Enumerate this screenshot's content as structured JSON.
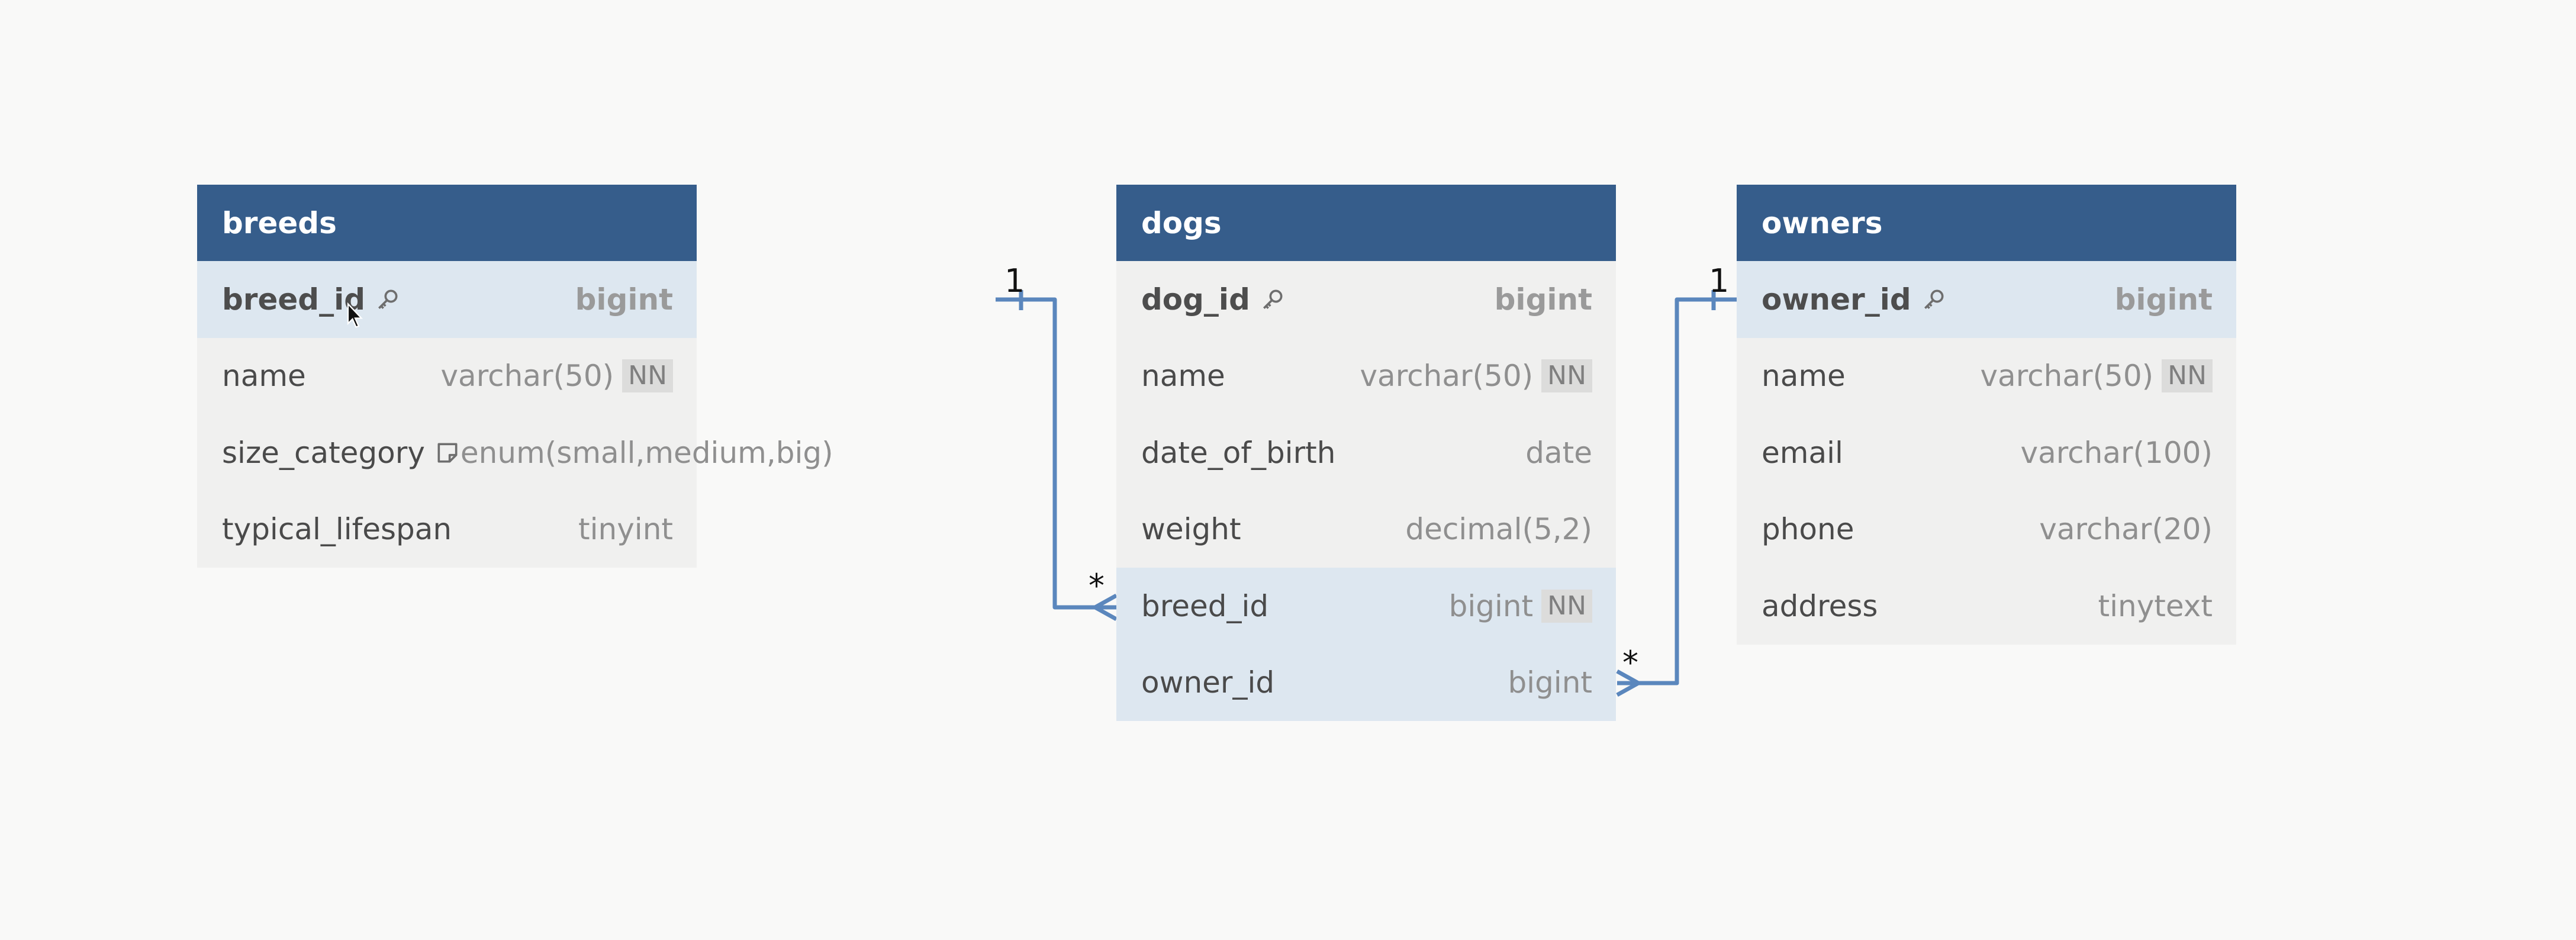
{
  "colors": {
    "header": "#365d8b",
    "link": "#5b87bd",
    "highlight": "#dde7f0",
    "body": "#f0f0ef"
  },
  "tables": [
    {
      "name": "breeds",
      "columns": [
        {
          "name": "breed_id",
          "type": "bigint",
          "pk": true,
          "icon": "key-icon"
        },
        {
          "name": "name",
          "type": "varchar(50)",
          "nn": "NN"
        },
        {
          "name": "size_category",
          "type": "enum(small,medium,big)",
          "icon": "note-icon"
        },
        {
          "name": "typical_lifespan",
          "type": "tinyint"
        }
      ]
    },
    {
      "name": "dogs",
      "columns": [
        {
          "name": "dog_id",
          "type": "bigint",
          "pk": true,
          "icon": "key-icon"
        },
        {
          "name": "name",
          "type": "varchar(50)",
          "nn": "NN"
        },
        {
          "name": "date_of_birth",
          "type": "date"
        },
        {
          "name": "weight",
          "type": "decimal(5,2)"
        },
        {
          "name": "breed_id",
          "type": "bigint",
          "nn": "NN"
        },
        {
          "name": "owner_id",
          "type": "bigint"
        }
      ]
    },
    {
      "name": "owners",
      "columns": [
        {
          "name": "owner_id",
          "type": "bigint",
          "pk": true,
          "icon": "key-icon"
        },
        {
          "name": "name",
          "type": "varchar(50)",
          "nn": "NN"
        },
        {
          "name": "email",
          "type": "varchar(100)"
        },
        {
          "name": "phone",
          "type": "varchar(20)"
        },
        {
          "name": "address",
          "type": "tinytext"
        }
      ]
    }
  ],
  "relations": [
    {
      "from": "breeds.breed_id",
      "to": "dogs.breed_id",
      "one": "1",
      "many": "*"
    },
    {
      "from": "owners.owner_id",
      "to": "dogs.owner_id",
      "one": "1",
      "many": "*"
    }
  ]
}
